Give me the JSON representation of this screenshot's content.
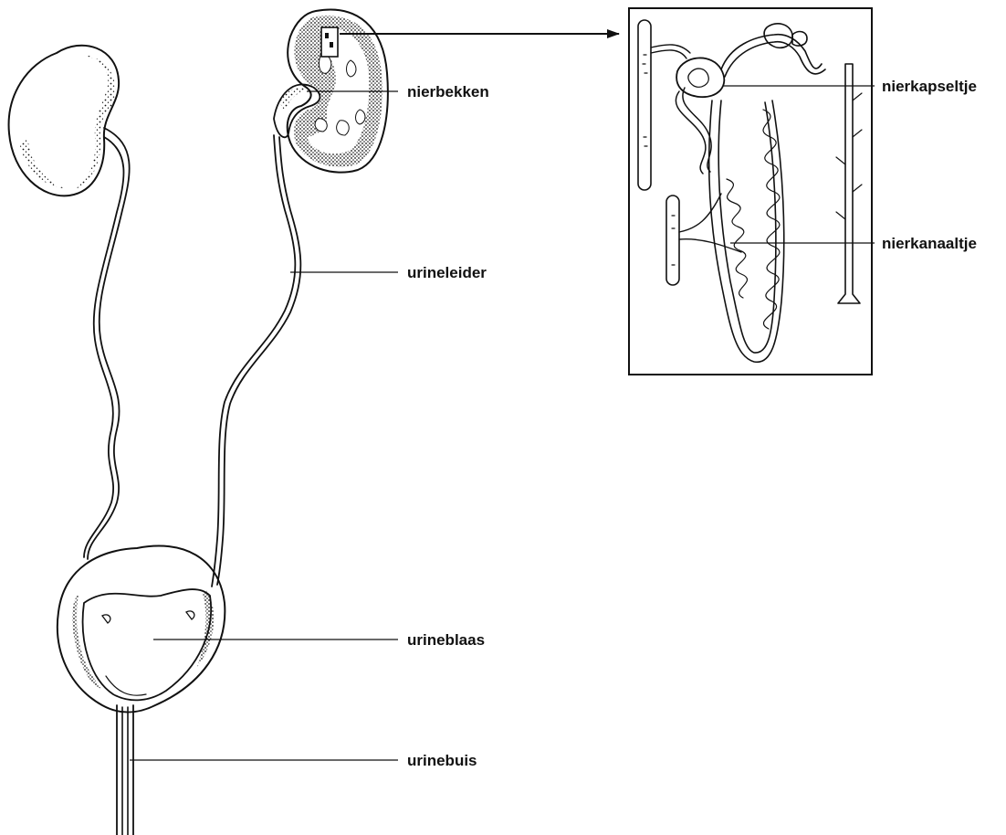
{
  "labels": {
    "nierbekken": "nierbekken",
    "urineleider": "urineleider",
    "urineblaas": "urineblaas",
    "urinebuis": "urinebuis",
    "nierkapseltje": "nierkapseltje",
    "nierkanaaltje": "nierkanaaltje"
  },
  "colors": {
    "ink": "#111111",
    "background": "#ffffff"
  }
}
